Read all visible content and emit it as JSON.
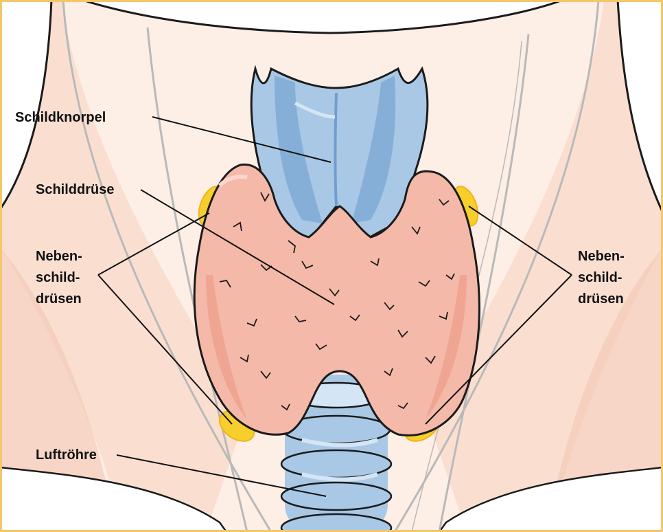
{
  "labels": {
    "thyroid_cartilage": "Schildknorpel",
    "thyroid_gland": "Schilddrüse",
    "parathyroid_left": [
      "Neben-",
      "schild-",
      "drüsen"
    ],
    "parathyroid_right": [
      "Neben-",
      "schild-",
      "drüsen"
    ],
    "trachea": "Luftröhre"
  },
  "colors": {
    "frame": "#f5c76a",
    "skin_light": "#fdeee6",
    "skin_mid": "#f9dccd",
    "skin_shadow": "#f2c3ae",
    "thyroid": "#f4b9a8",
    "thyroid_shadow": "#ee9d8a",
    "thyroid_highlight": "#fbd6ca",
    "cartilage": "#a9c8e6",
    "cartilage_shadow": "#6f9fcf",
    "cartilage_light": "#d4e6f5",
    "parathyroid": "#f7cf2c",
    "parathyroid_edge": "#f0b418",
    "outline": "#1b1b1b",
    "contour": "#b9b9b9"
  }
}
